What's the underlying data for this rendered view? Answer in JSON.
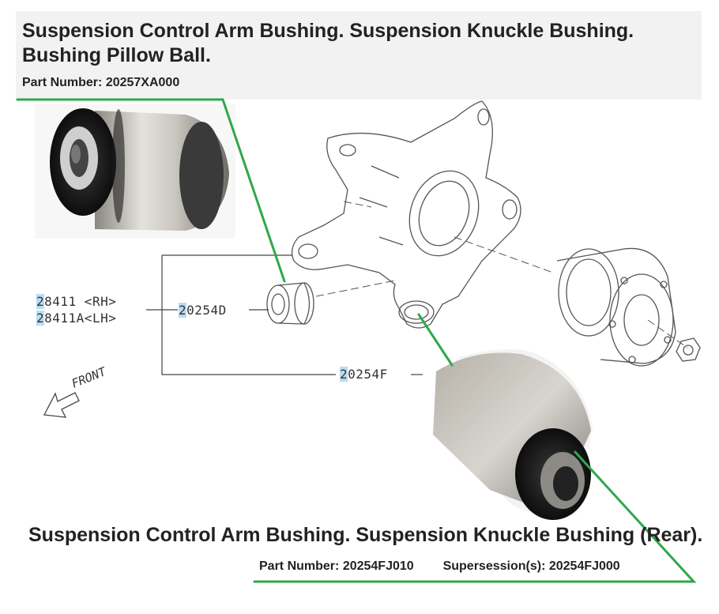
{
  "top_part": {
    "title": "Suspension Control Arm Bushing. Suspension Knuckle Bushing. Bushing Pillow Ball.",
    "part_number_label": "Part Number:",
    "part_number": "20257XA000"
  },
  "diagram": {
    "callout_28411_prefix": "2",
    "callout_28411_rest": "8411 <RH>",
    "callout_28411a_prefix": "2",
    "callout_28411a_rest": "8411A<LH>",
    "callout_20254d_prefix": "2",
    "callout_20254d_rest": "0254D",
    "callout_20254f_prefix": "2",
    "callout_20254f_rest": "0254F",
    "front_label": "FRONT",
    "colors": {
      "highlight": "#b9dcf2",
      "leader_green": "#2ea84a",
      "line_art": "#555555"
    }
  },
  "bottom_part": {
    "title": "Suspension Control Arm Bushing. Suspension Knuckle Bushing (Rear).",
    "part_number_label": "Part Number:",
    "part_number": "20254FJ010",
    "supersession_label": "Supersession(s):",
    "supersession": "20254FJ000"
  }
}
